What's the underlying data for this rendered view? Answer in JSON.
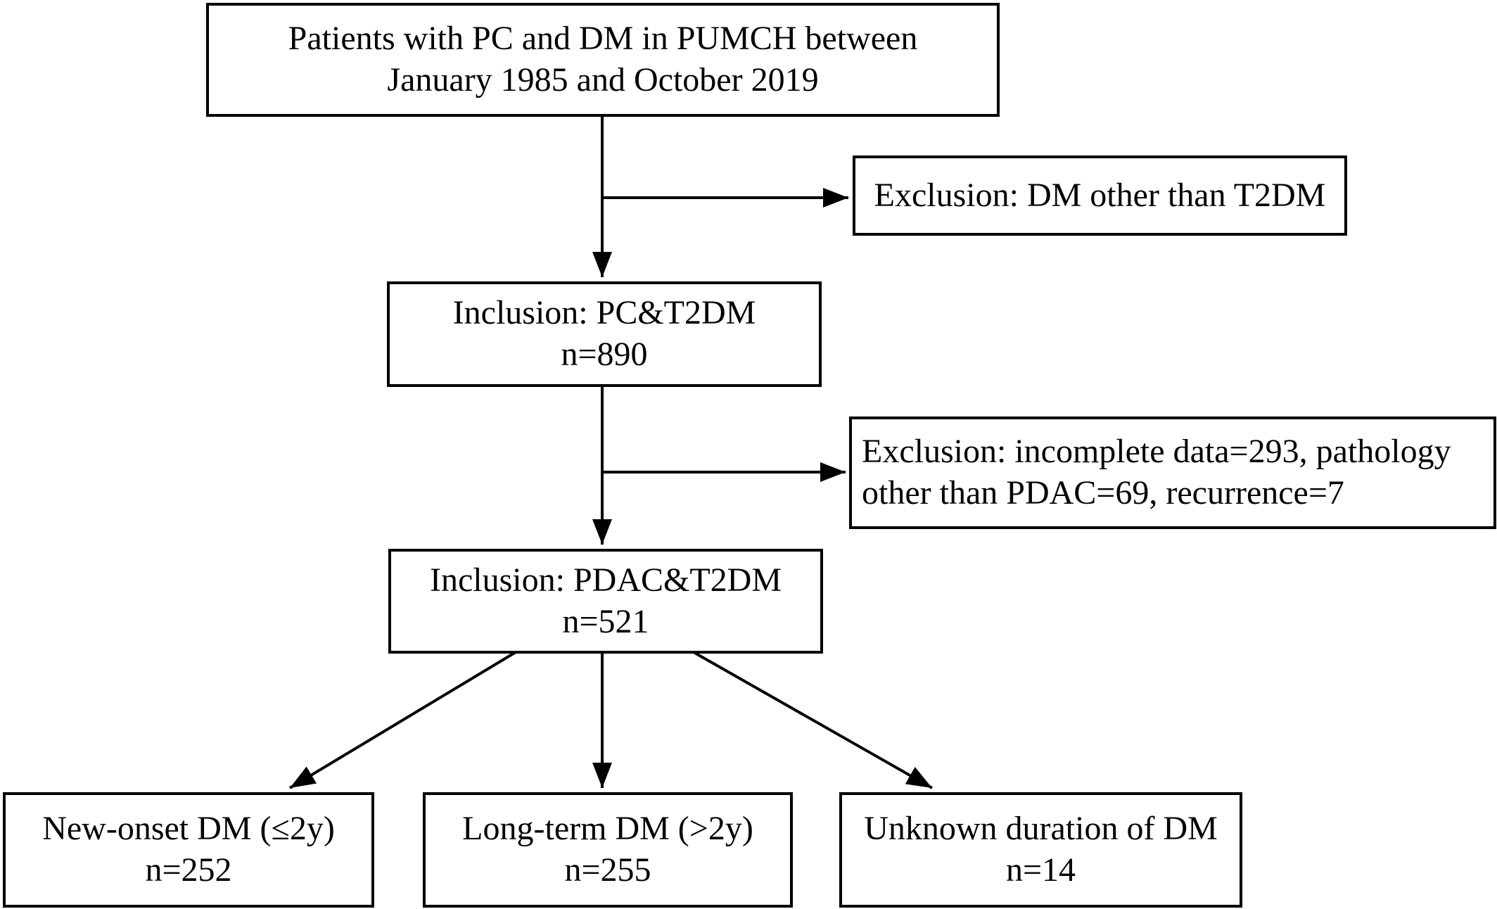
{
  "boxes": {
    "source": {
      "line1": "Patients with PC and DM in PUMCH between",
      "line2": "January 1985 and October 2019"
    },
    "exclusion1": {
      "line1": "Exclusion: DM other than T2DM"
    },
    "inclusion1": {
      "line1": "Inclusion: PC&T2DM",
      "line2": "n=890"
    },
    "exclusion2": {
      "line1": "Exclusion: incomplete data=293, pathology",
      "line2": "other than PDAC=69, recurrence=7"
    },
    "inclusion2": {
      "line1": "Inclusion: PDAC&T2DM",
      "line2": "n=521"
    },
    "new_onset": {
      "line1": "New-onset DM (≤2y)",
      "line2": "n=252"
    },
    "long_term": {
      "line1": "Long-term DM (>2y)",
      "line2": "n=255"
    },
    "unknown": {
      "line1": "Unknown duration of DM",
      "line2": "n=14"
    }
  },
  "colors": {
    "stroke": "#000000",
    "background": "#ffffff"
  }
}
